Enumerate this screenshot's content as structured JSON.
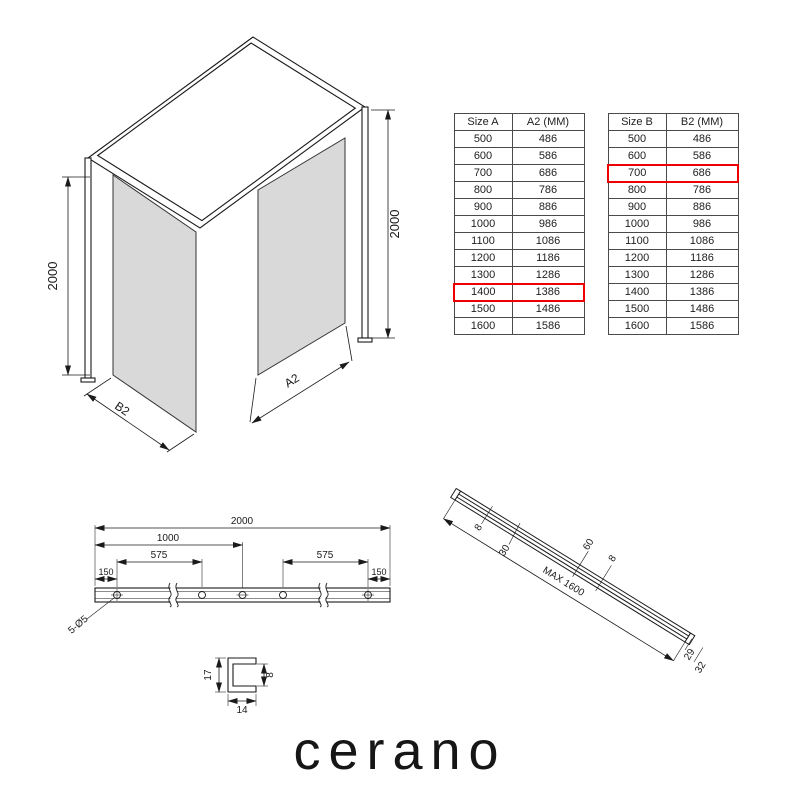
{
  "logo": {
    "text": "cerano"
  },
  "colors": {
    "highlight": "#ee0000",
    "glass": "#d9d9d9",
    "line": "#1a1a1a"
  },
  "tables": {
    "size_a": {
      "headers": [
        "Size A",
        "A2 (MM)"
      ],
      "rows": [
        [
          "500",
          "486"
        ],
        [
          "600",
          "586"
        ],
        [
          "700",
          "686"
        ],
        [
          "800",
          "786"
        ],
        [
          "900",
          "886"
        ],
        [
          "1000",
          "986"
        ],
        [
          "1100",
          "1086"
        ],
        [
          "1200",
          "1186"
        ],
        [
          "1300",
          "1286"
        ],
        [
          "1400",
          "1386"
        ],
        [
          "1500",
          "1486"
        ],
        [
          "1600",
          "1586"
        ]
      ],
      "highlight_index": 9
    },
    "size_b": {
      "headers": [
        "Size B",
        "B2 (MM)"
      ],
      "rows": [
        [
          "500",
          "486"
        ],
        [
          "600",
          "586"
        ],
        [
          "700",
          "686"
        ],
        [
          "800",
          "786"
        ],
        [
          "900",
          "886"
        ],
        [
          "1000",
          "986"
        ],
        [
          "1100",
          "1086"
        ],
        [
          "1200",
          "1186"
        ],
        [
          "1300",
          "1286"
        ],
        [
          "1400",
          "1386"
        ],
        [
          "1500",
          "1486"
        ],
        [
          "1600",
          "1586"
        ]
      ],
      "highlight_index": 2
    }
  },
  "enclosure": {
    "height_left": "2000",
    "height_right": "2000",
    "width_left_label": "B2",
    "width_right_label": "A2"
  },
  "rail": {
    "total_length": "2000",
    "center_distance": "1000",
    "hole_spacing_left": "575",
    "hole_spacing_right": "575",
    "end_offset_left": "150",
    "end_offset_right": "150",
    "holes_label": "5-Ø5",
    "profile_height": "17",
    "profile_opening": "8",
    "profile_width": "14"
  },
  "support_bar": {
    "dim_1": "8",
    "dim_2": "30",
    "dim_3": "60",
    "dim_4": "8",
    "max_length": "MAX 1600",
    "end_dim_1": "29",
    "end_dim_2": "32"
  }
}
